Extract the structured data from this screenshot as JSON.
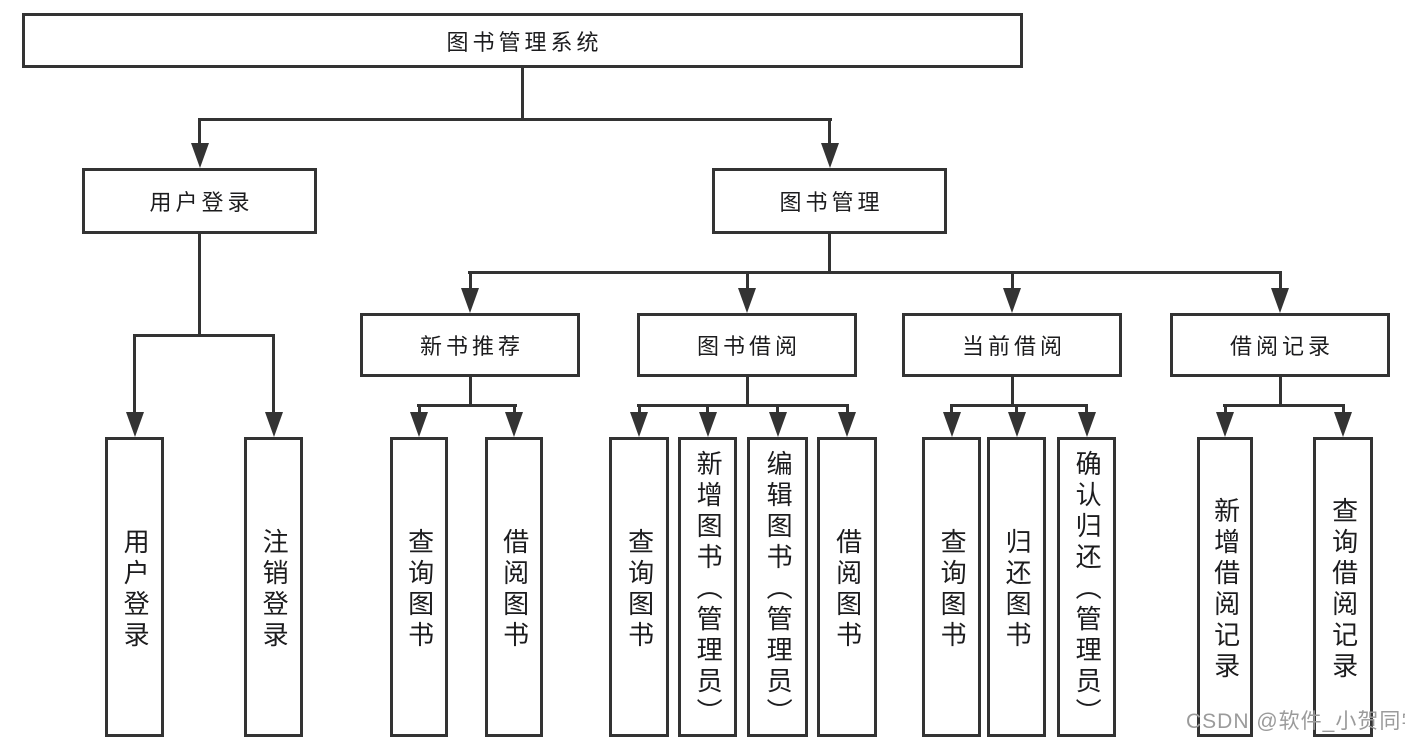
{
  "diagram": {
    "root": {
      "label": "图书管理系统"
    },
    "branches": [
      {
        "label": "用户登录",
        "children": [
          {
            "label": "用户登录"
          },
          {
            "label": "注销登录"
          }
        ]
      },
      {
        "label": "图书管理",
        "children": [
          {
            "label": "新书推荐",
            "children": [
              {
                "label": "查询图书"
              },
              {
                "label": "借阅图书"
              }
            ]
          },
          {
            "label": "图书借阅",
            "children": [
              {
                "label": "查询图书"
              },
              {
                "label": "新增图书（管理员）"
              },
              {
                "label": "编辑图书（管理员）"
              },
              {
                "label": "借阅图书"
              }
            ]
          },
          {
            "label": "当前借阅",
            "children": [
              {
                "label": "查询图书"
              },
              {
                "label": "归还图书"
              },
              {
                "label": "确认归还（管理员）"
              }
            ]
          },
          {
            "label": "借阅记录",
            "children": [
              {
                "label": "新增借阅记录"
              },
              {
                "label": "查询借阅记录"
              }
            ]
          }
        ]
      }
    ]
  },
  "watermark": {
    "text": "CSDN @软件_小贺同学"
  },
  "colors": {
    "line": "#333333",
    "text": "#1c1c1e",
    "watermark": "#9b9b9b",
    "background": "#ffffff"
  }
}
